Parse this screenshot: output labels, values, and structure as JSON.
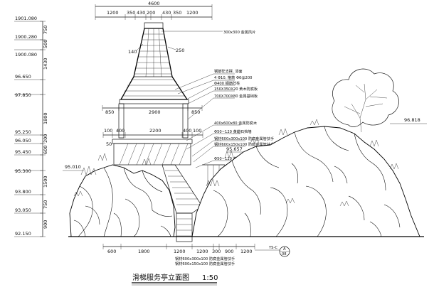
{
  "drawing": {
    "title": "滑梯服务亭立面图",
    "scale": "1:50",
    "top_overall_dimension": "4600",
    "top_dimensions": [
      "1200",
      "350",
      "430",
      "200",
      "430",
      "350",
      "1200"
    ],
    "roof_dimensions": [
      "850",
      "2900",
      "850"
    ],
    "deck_dimensions": [
      "100",
      "400",
      "2200",
      "400",
      "100"
    ],
    "deck_small_dimension": "50",
    "bottom_dimensions": [
      "600",
      "1800",
      "1200",
      "1200",
      "300",
      "900",
      "1200"
    ],
    "left_vertical_dimensions": [
      "750",
      "500",
      "1430",
      "1800",
      "200",
      "600",
      "1500",
      "750",
      "900"
    ],
    "elevations_left": [
      "1901.080",
      "1900.280",
      "1900.080",
      "96.650",
      "97.850",
      "95.250",
      "96.050",
      "95.450",
      "95.300",
      "93.800",
      "93.050",
      "92.150"
    ],
    "elevation_right_tree": "96.818",
    "elevation_left_rock": "95.010",
    "elevation_stair": "95.657",
    "roof_notes": [
      "300x300 金属风片",
      "140",
      "250"
    ],
    "structure_notes": [
      "钢筋砼支撑, 漆面",
      "4 Φ10, 箍筋 Φ6@200",
      "Φ400 钢筋砼柱",
      "150X350X20 黄木防腐板",
      "700X700X80 金属基础板",
      "400x600x80 金属防腐木",
      "Φ50~120 黄蜡石挡墙",
      "钢材600x300x100 防腐金属管扶手",
      "钢材600x150x100 防腐金属管扶手",
      "Φ50~120 黄蜡石台阶"
    ],
    "bottom_notes": [
      "钢材600x300x100 防腐金属管扶手",
      "钢材600x150x100 防腐金属管扶手"
    ],
    "section_marker": {
      "label": "YS-C",
      "top": "A",
      "bottom": "08"
    }
  }
}
